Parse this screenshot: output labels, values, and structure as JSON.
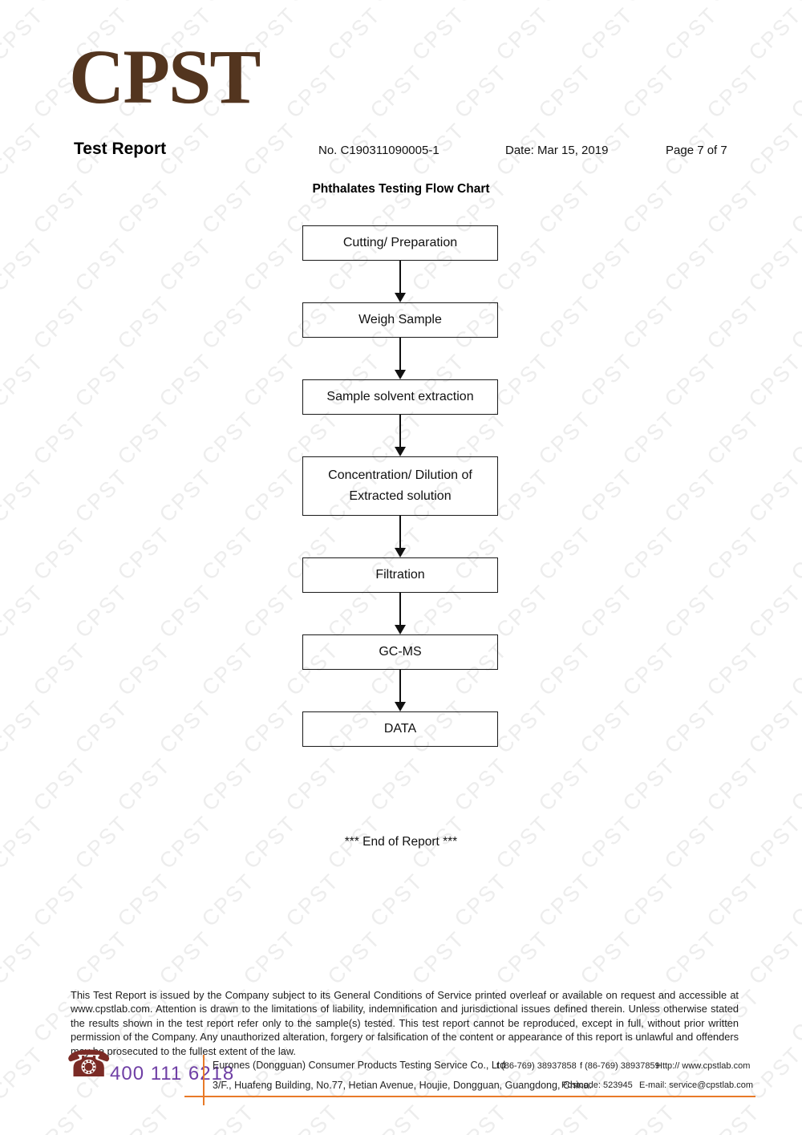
{
  "watermark": {
    "text": "CPST",
    "color": "#ededed"
  },
  "logo": {
    "text": "CPST",
    "color": "#53351f"
  },
  "header": {
    "title": "Test Report",
    "no": "No.  C190311090005-1",
    "date": "Date:  Mar  15,  2019",
    "page": "Page 7 of 7"
  },
  "flowchart": {
    "title": "Phthalates Testing Flow Chart",
    "steps": [
      "Cutting/ Preparation",
      "Weigh Sample",
      "Sample solvent extraction",
      "Concentration/ Dilution of\nExtracted solution",
      "Filtration",
      "GC-MS",
      "DATA"
    ]
  },
  "end_note": "*** End of Report ***",
  "disclaimer": "This Test Report is issued by the Company subject to its General Conditions of Service printed overleaf or available on request and accessible at www.cpstlab.com. Attention is drawn to the limitations of liability, indemnification and jurisdictional issues defined therein. Unless otherwise stated the results shown in the test report refer only to the sample(s) tested. This test report cannot be reproduced, except in full, without prior written permission of the Company. Any unauthorized alteration, forgery or falsification of the content or appearance of this report is unlawful and offenders may be prosecuted to the fullest extent of the law.",
  "footer": {
    "phone_icon_glyph": "☎",
    "phone_icon_color": "#7b2b26",
    "hotline": "400 111 6218",
    "hotline_color": "#6f3fa5",
    "accent_color": "#e87a28",
    "company": "Eurones (Dongguan) Consumer Products Testing Service Co., Ltd",
    "address": "3/F., Huafeng Building, No.77, Hetian Avenue, Houjie, Dongguan, Guangdong, China.",
    "tel": "t (86-769) 38937858",
    "fax": "f (86-769) 38937859",
    "web": "Http:// www.cpstlab.com",
    "postcode": "Postcode: 523945",
    "email": "E-mail:   service@cpstlab.com"
  }
}
